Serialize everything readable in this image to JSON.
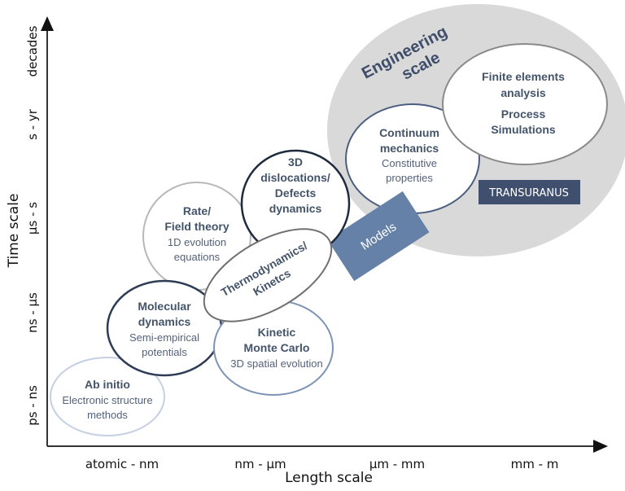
{
  "axes": {
    "y_title": "Time scale",
    "x_title": "Length scale",
    "y_ticks": [
      "ps - ns",
      "ns - µs",
      "µs - s",
      "s - yr",
      "decades"
    ],
    "x_ticks": [
      "atomic - nm",
      "nm - µm",
      "µm - mm",
      "mm - m"
    ]
  },
  "regions": {
    "engineering": {
      "line1": "Engineering",
      "line2": "scale"
    }
  },
  "nodes": {
    "ab_initio": {
      "title": "Ab initio",
      "sub1": "Electronic structure",
      "sub2": "methods"
    },
    "molecular": {
      "title1": "Molecular",
      "title2": "dynamics",
      "sub1": "Semi-empirical",
      "sub2": "potentials"
    },
    "kmc": {
      "title1": "Kinetic",
      "title2": "Monte Carlo",
      "sub1": "3D spatial evolution"
    },
    "rate": {
      "title1": "Rate/",
      "title2": "Field theory",
      "sub1": "1D evolution",
      "sub2": "equations"
    },
    "thermo": {
      "title1": "Thermodynamics/",
      "title2": "Kinetcs"
    },
    "dislocations": {
      "title1": "3D",
      "title2": "dislocations/",
      "title3": "Defects",
      "title4": "dynamics"
    },
    "continuum": {
      "title1": "Continuum",
      "title2": "mechanics",
      "sub1": "Constitutive",
      "sub2": "properties"
    },
    "fem": {
      "title1": "Finite elements",
      "title2": "analysis",
      "title3": "Process",
      "title4": "Simulations"
    }
  },
  "boxes": {
    "models": "Models",
    "transuranus": "TRANSURANUS"
  },
  "colors": {
    "dark_navy": "#2e3c56",
    "box_blue": "#6581a8",
    "transuranus": "#3f4f6d",
    "gray_region": "#d9d9d9"
  }
}
